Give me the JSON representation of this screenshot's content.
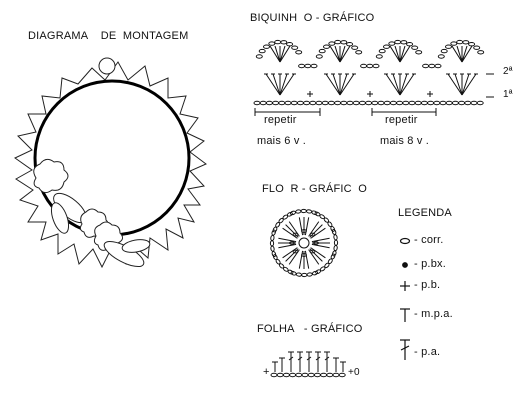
{
  "titles": {
    "montagem": "DIAGRAMA    DE  MONTAGEM",
    "biquinho": "BIQUINH  O - GRÁFICO",
    "flor": "FLO  R - GRÁFIC  O",
    "folha": "FOLHA   - GRÁFICO"
  },
  "biquinho": {
    "row2": "2ª",
    "row1": "1ª",
    "repeat_left": "repetir",
    "repeat_right": "repetir",
    "count_left": "mais 6 v .",
    "count_right": "mais 8 v ."
  },
  "legend": {
    "title": "LEGENDA",
    "items": [
      {
        "symbol": "chain-stitch-icon",
        "label": "- corr."
      },
      {
        "symbol": "slip-stitch-icon",
        "label": "- p.bx."
      },
      {
        "symbol": "single-crochet-icon",
        "label": "- p.b."
      },
      {
        "symbol": "half-double-crochet-icon",
        "label": "- m.p.a."
      },
      {
        "symbol": "double-crochet-icon",
        "label": "- p.a."
      }
    ]
  },
  "folha": {
    "start_mark": "+",
    "end_mark": "+0"
  }
}
